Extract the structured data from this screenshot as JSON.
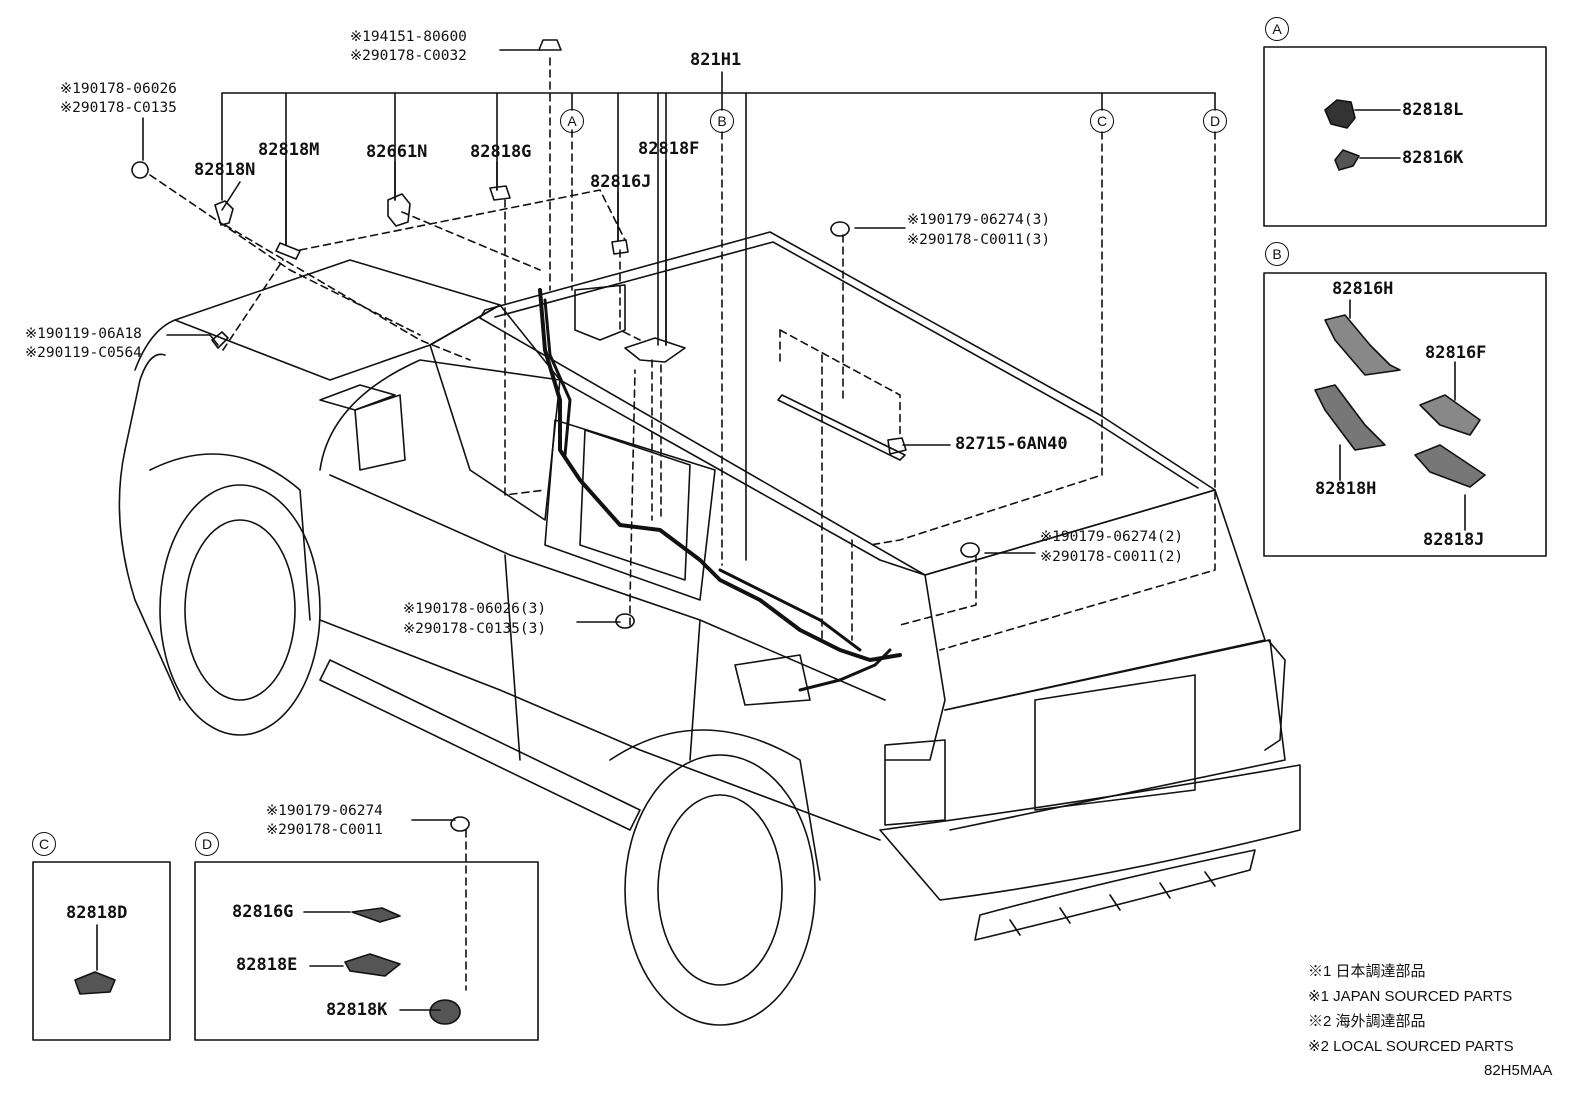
{
  "main_label": "821H1",
  "callouts": {
    "A": "A",
    "B": "B",
    "C": "C",
    "D": "D"
  },
  "parts": {
    "p82818N": "82818N",
    "p82818M": "82818M",
    "p82661N": "82661N",
    "p82818G": "82818G",
    "p82818F": "82818F",
    "p82816J": "82816J",
    "p82715": "82715-6AN40"
  },
  "fasteners": {
    "clip_top_1": "※194151-80600",
    "clip_top_2": "※290178-C0032",
    "clip_left_1": "※190178-06026",
    "clip_left_2": "※290178-C0135",
    "bolt_left_1": "※190119-06A18",
    "bolt_left_2": "※290119-C0564",
    "roof_1": "※190179-06274(3)",
    "roof_2": "※290178-C0011(3)",
    "rear_1": "※190179-06274(2)",
    "rear_2": "※290178-C0011(2)",
    "mid_1": "※190178-06026(3)",
    "mid_2": "※290178-C0135(3)",
    "box_d_1": "※190179-06274",
    "box_d_2": "※290178-C0011"
  },
  "box_a": {
    "tag": "A",
    "items": [
      "82818L",
      "82816K"
    ]
  },
  "box_b": {
    "tag": "B",
    "items": [
      "82816H",
      "82816F",
      "82818H",
      "82818J"
    ]
  },
  "box_c": {
    "tag": "C",
    "items": [
      "82818D"
    ]
  },
  "box_d": {
    "tag": "D",
    "items": [
      "82816G",
      "82818E",
      "82818K"
    ]
  },
  "legend": [
    "※1 日本調達部品",
    "※1 JAPAN SOURCED PARTS",
    "※2 海外調達部品",
    "※2 LOCAL SOURCED PARTS"
  ],
  "diagram_code": "82H5MAA"
}
